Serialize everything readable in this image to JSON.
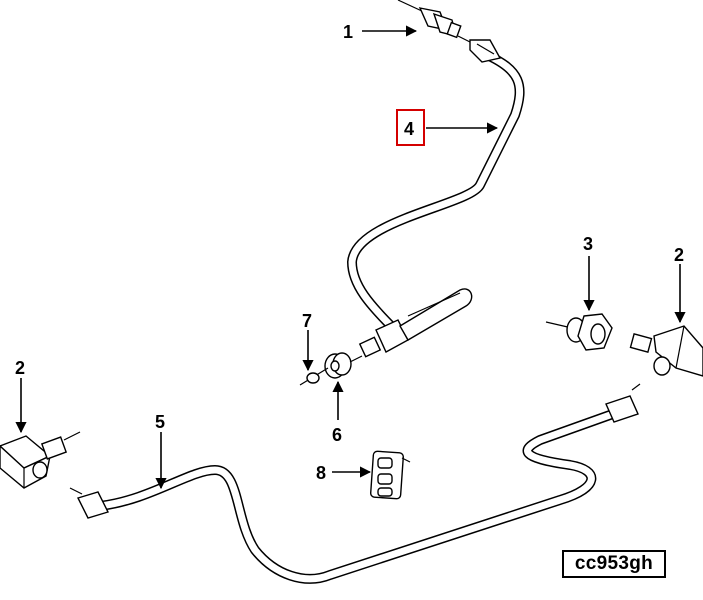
{
  "callouts": {
    "c1": "1",
    "c4": "4",
    "c2_right": "2",
    "c3": "3",
    "c7": "7",
    "c6": "6",
    "c2_left": "2",
    "c5": "5",
    "c8": "8"
  },
  "reference_code": "cc953gh",
  "highlight_color": "#d40000"
}
